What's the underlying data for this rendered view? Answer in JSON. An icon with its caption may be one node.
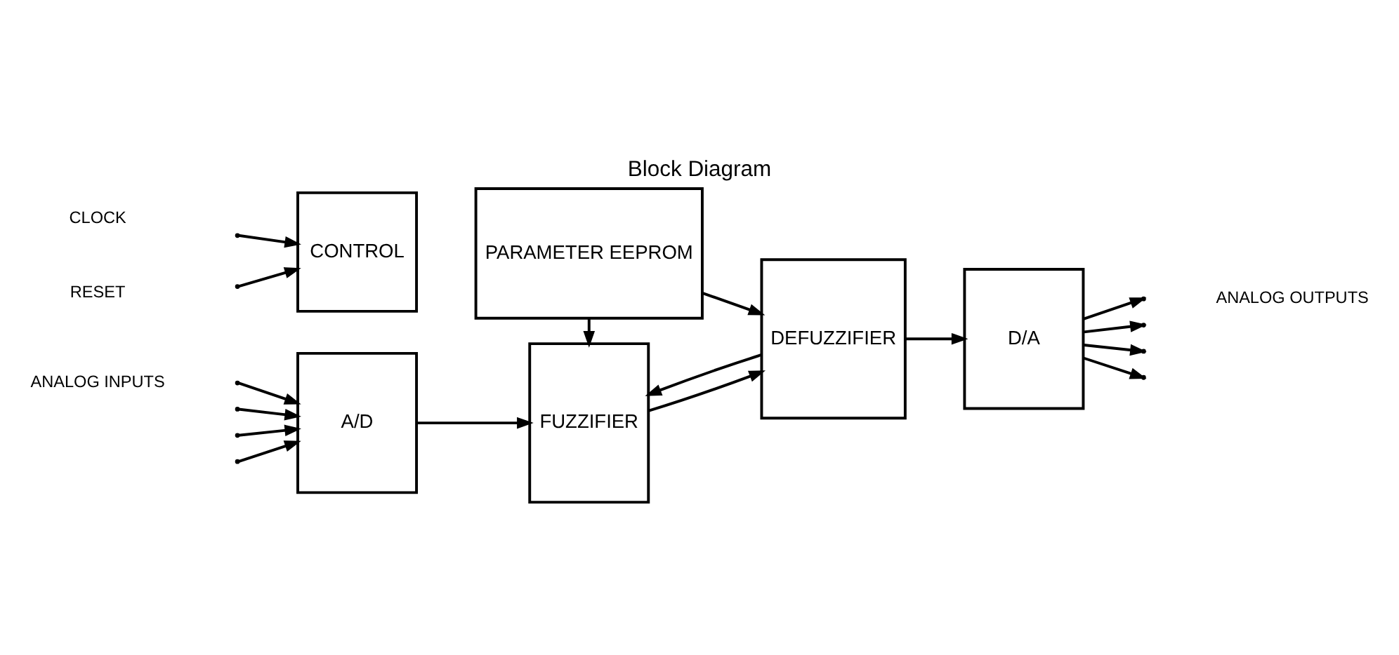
{
  "diagram": {
    "title": "Block Diagram",
    "nodes": [
      {
        "text": [
          "A/D"
        ]
      },
      {
        "text": [
          "FUZZIFIER"
        ]
      },
      {
        "text": [
          "DEFUZZIFIER"
        ]
      },
      {
        "text": [
          "D/A"
        ]
      },
      {
        "text": [
          "CONTROL"
        ]
      },
      {
        "text": [
          "PARAMETER EEPROM"
        ]
      }
    ],
    "edges": [
      {
        "from": null,
        "to": 0,
        "arrow": "to"
      },
      {
        "from": null,
        "to": 0,
        "arrow": "to"
      },
      {
        "from": null,
        "to": 0,
        "arrow": "to"
      },
      {
        "from": null,
        "to": 0,
        "arrow": "to"
      },
      {
        "from": 0,
        "to": 1,
        "arrow": "to"
      },
      {
        "from": 1,
        "to": 2,
        "arrow": "to"
      },
      {
        "from": 2,
        "to": 3,
        "arrow": "to"
      },
      {
        "from": 2,
        "to": 1,
        "arrow": "to"
      },
      {
        "from": 5,
        "to": 1,
        "arrow": "to"
      },
      {
        "from": 5,
        "to": 2,
        "arrow": "to"
      },
      {
        "from": 3,
        "to": null,
        "arrow": "to"
      },
      {
        "from": 3,
        "to": null,
        "arrow": "to"
      },
      {
        "from": 3,
        "to": null,
        "arrow": "to"
      },
      {
        "from": 3,
        "to": null,
        "arrow": "to"
      },
      {
        "from": null,
        "to": 4,
        "arrow": "to"
      },
      {
        "from": null,
        "to": 4,
        "arrow": "to"
      }
    ],
    "labels": [
      "ANALOG INPUTS",
      "ANALOG OUTPUTS",
      "CLOCK",
      "RESET"
    ]
  }
}
